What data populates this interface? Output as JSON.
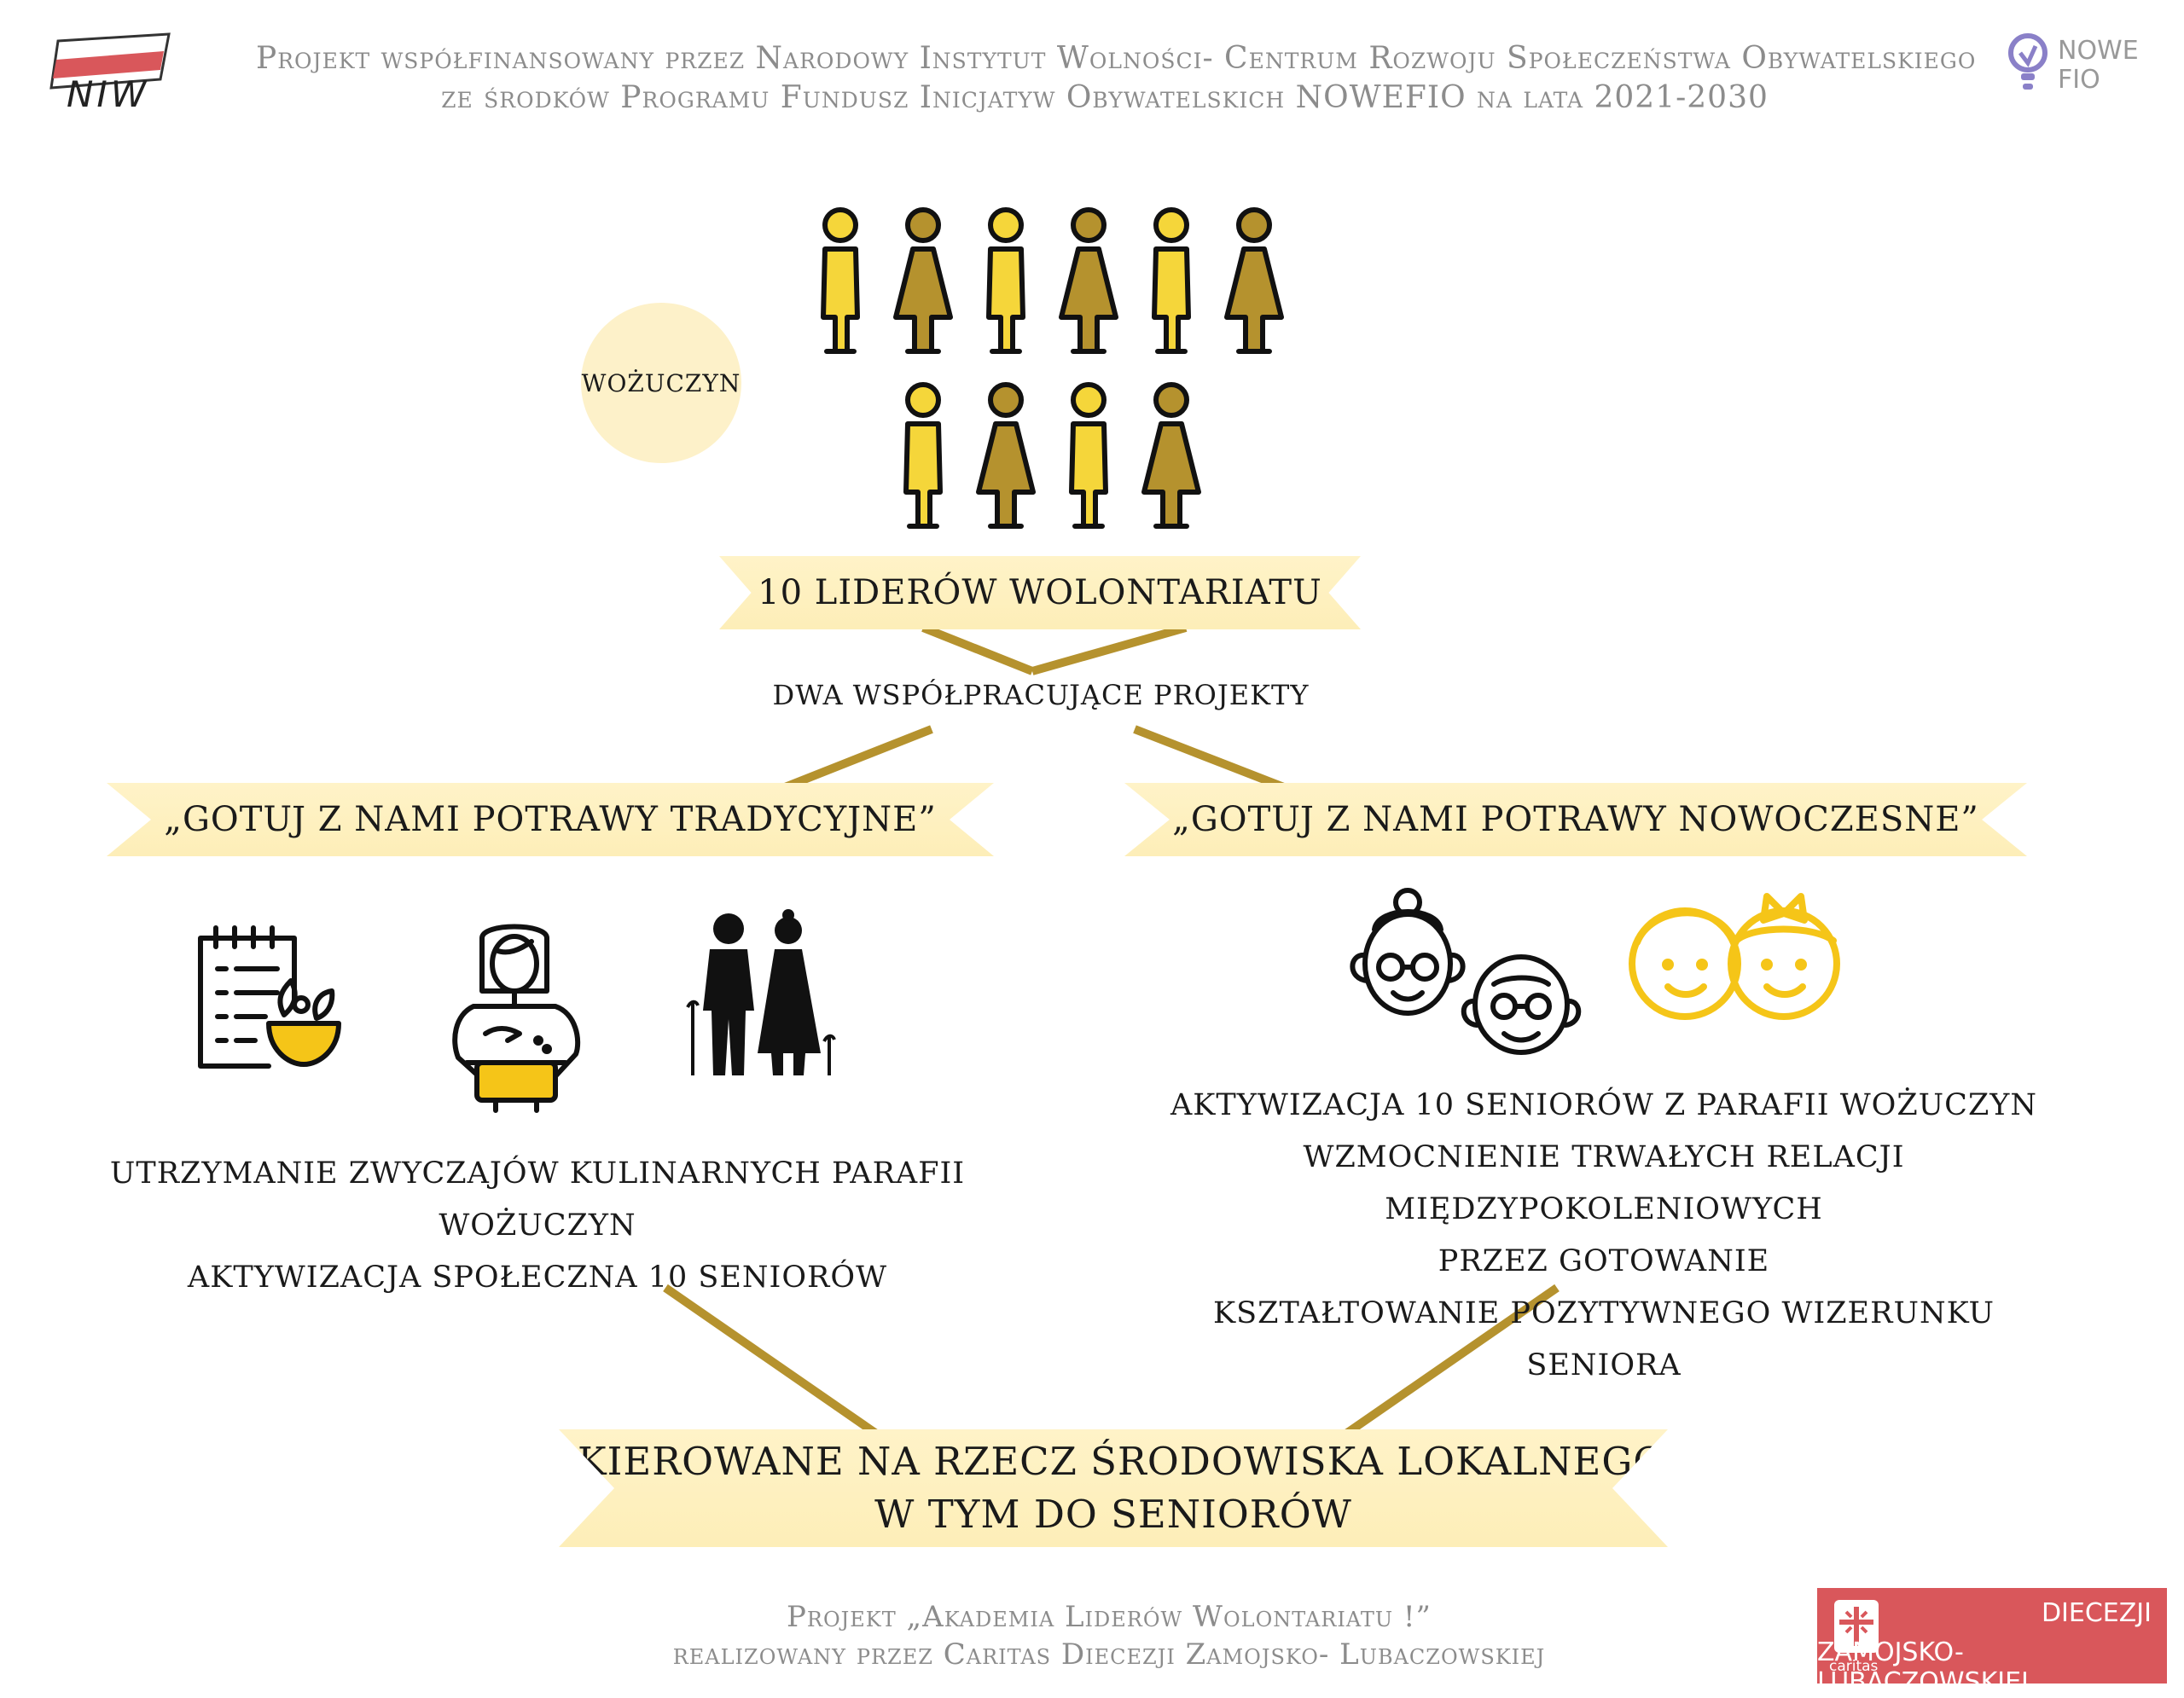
{
  "header": {
    "logo_left_text": "NIW",
    "line1": "Projekt współfinansowany przez Narodowy Instytut Wolności- Centrum Rozwoju Społeczeństwa Obywatelskiego",
    "line2": "ze środków Programu Fundusz Inicjatyw Obywatelskich NOWEFIO na lata 2021-2030",
    "logo_right_line1": "NOWE",
    "logo_right_line2": "FIO"
  },
  "location_badge": "WOŻUCZYN",
  "leaders_banner": "10 LIDERÓW WOLONTARIATU",
  "subtitle": "DWA WSPÓŁPRACUJĄCE PROJEKTY",
  "left_project": {
    "title": "„GOTUJ Z NAMI POTRAWY TRADYCYJNE”",
    "lines": [
      "UTRZYMANIE ZWYCZAJÓW KULINARNYCH PARAFII WOŻUCZYN",
      "AKTYWIZACJA SPOŁECZNA 10 SENIORÓW"
    ],
    "icons": [
      "recipe-icon",
      "cooking-woman-icon",
      "elderly-couple-icon"
    ]
  },
  "right_project": {
    "title": "„GOTUJ Z NAMI POTRAWY NOWOCZESNE”",
    "lines": [
      "AKTYWIZACJA 10 SENIORÓW Z PARAFII WOŻUCZYN",
      "WZMOCNIENIE TRWAŁYCH RELACJI MIĘDZYPOKOLENIOWYCH",
      "PRZEZ GOTOWANIE",
      "KSZTAŁTOWANIE POZYTYWNEGO WIZERUNKU SENIORA"
    ],
    "icons": [
      "grandparents-icon",
      "children-icon"
    ]
  },
  "bottom_banner": {
    "line1": "SKIEROWANE NA RZECZ ŚRODOWISKA LOKALNEGO,",
    "line2": "W TYM DO SENIORÓW"
  },
  "footer": {
    "line1": "Projekt „Akademia Liderów Wolontariatu !”",
    "line2": "realizowany przez Caritas Diecezji Zamojsko- Lubaczowskiej"
  },
  "caritas_logo": {
    "small": "caritas",
    "line1": "DIECEZJI",
    "line2": "ZAMOJSKO-LUBACZOWSKIEJ"
  },
  "colors": {
    "gold": "#b5922e",
    "yellow": "#f5d63a",
    "cream": "#fdeeb8",
    "caritas_red": "#d9575b"
  }
}
